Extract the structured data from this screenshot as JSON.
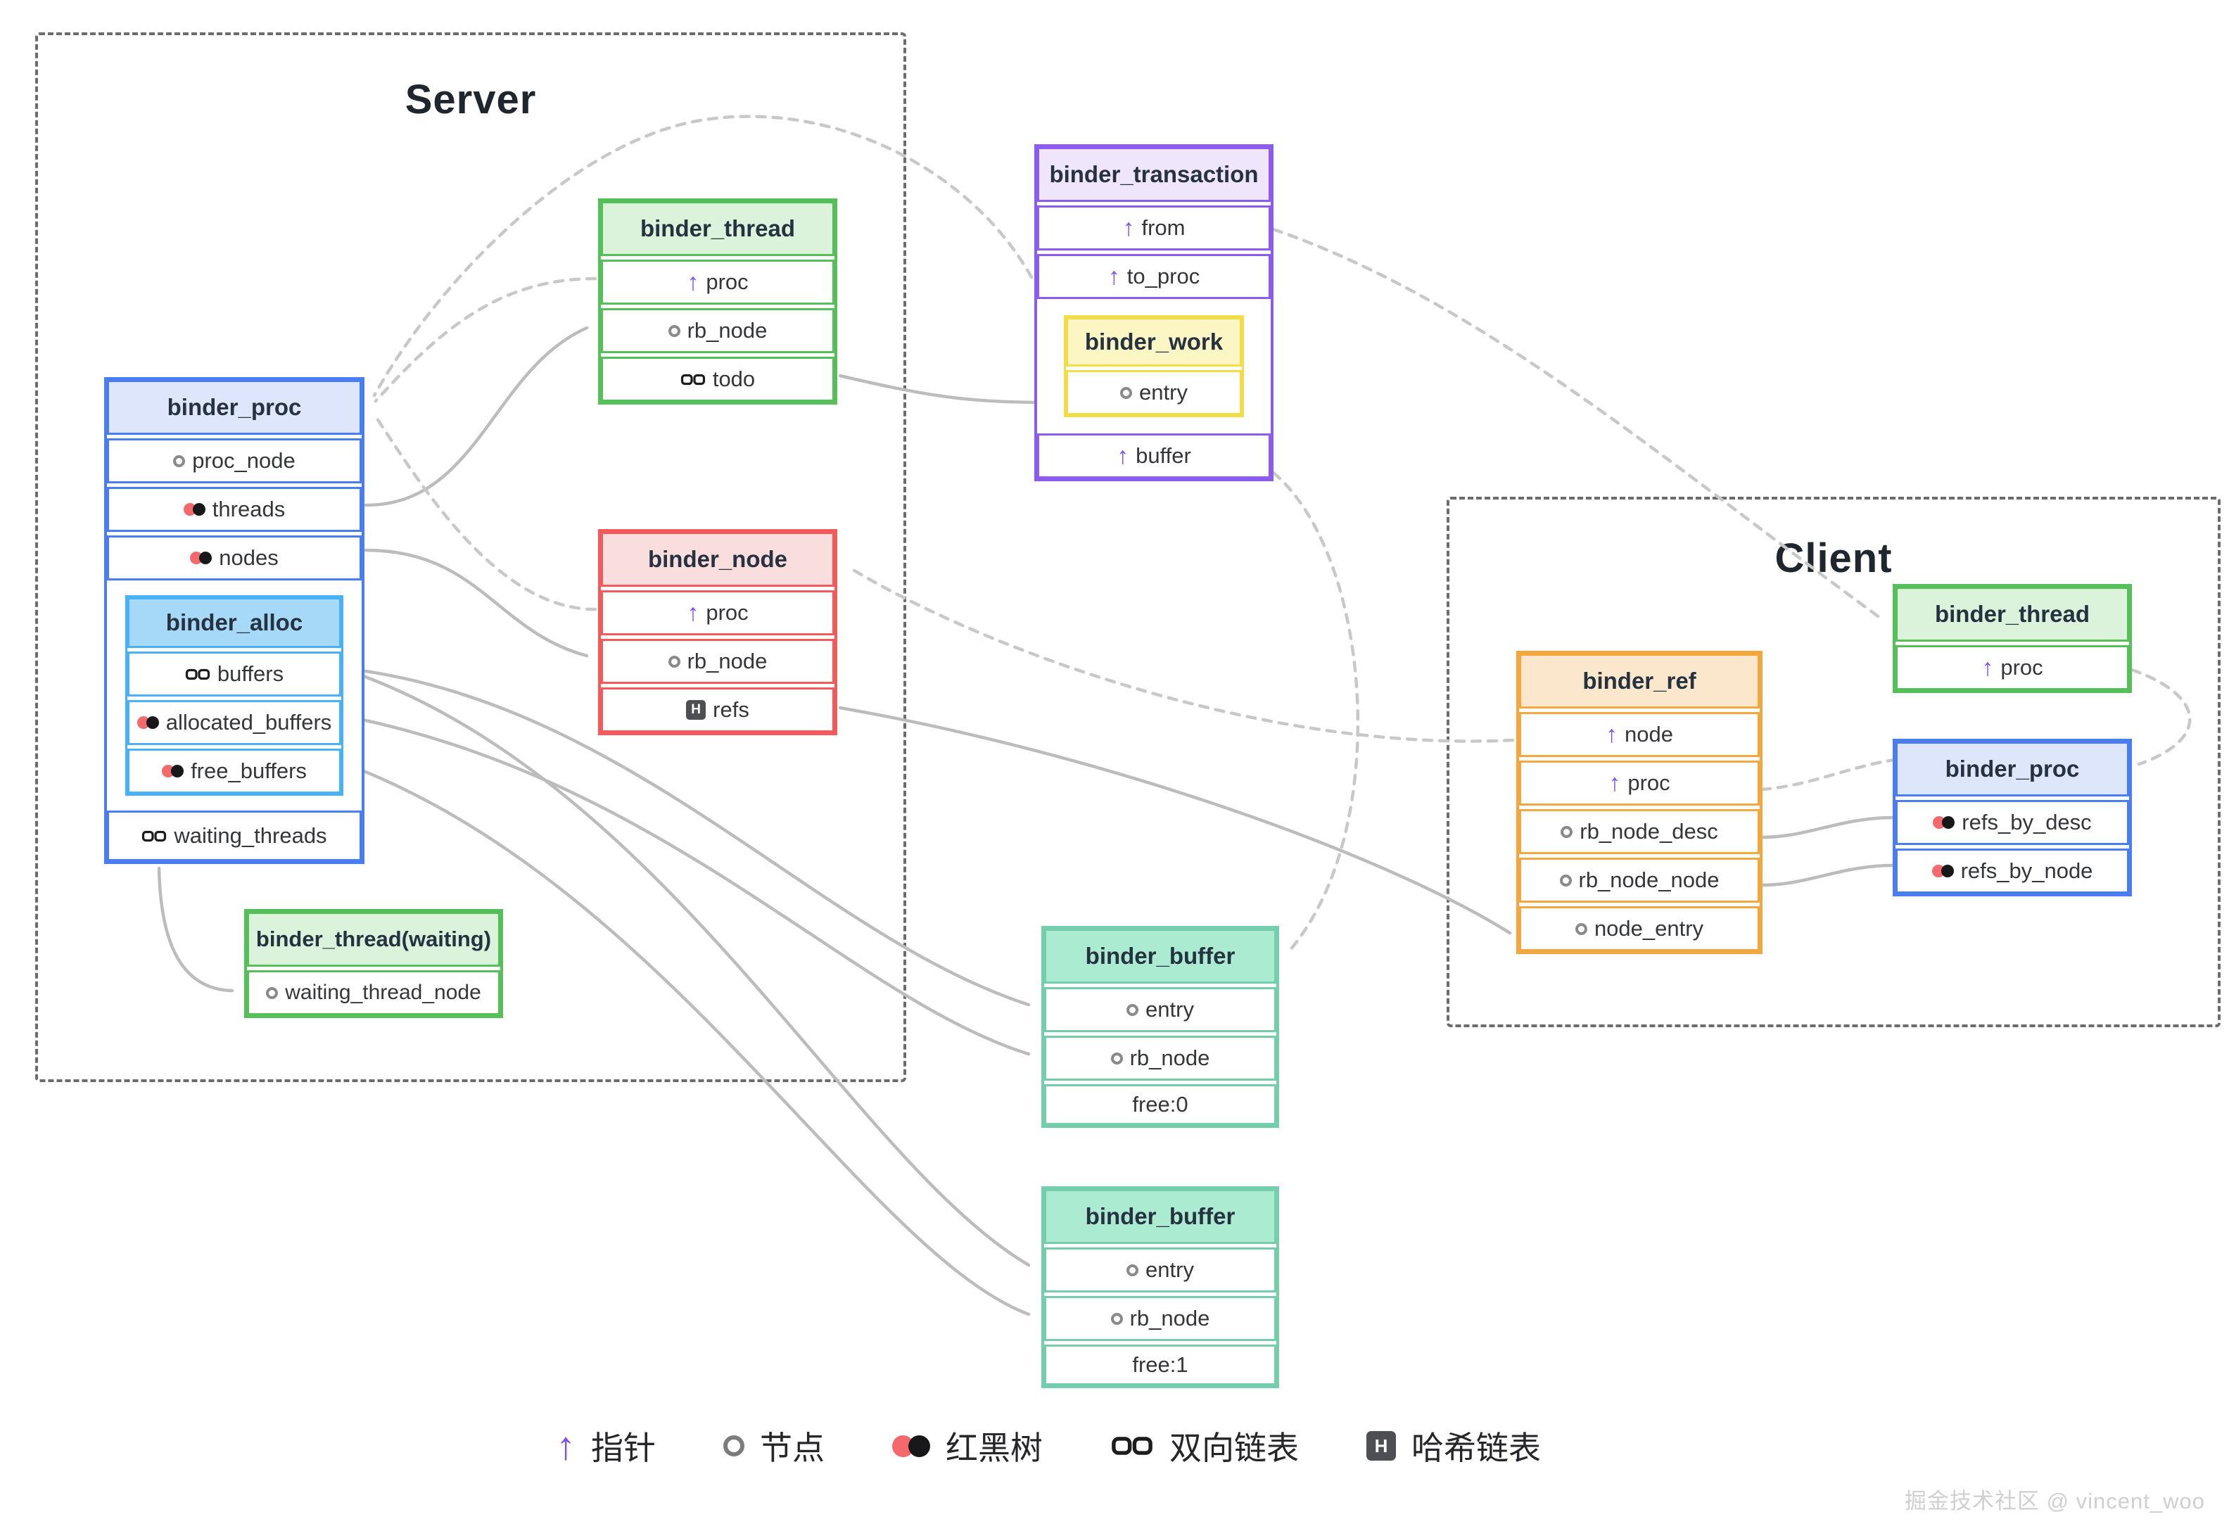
{
  "sections": {
    "server": {
      "title": "Server"
    },
    "client": {
      "title": "Client"
    }
  },
  "icons": {
    "pointer": "↑",
    "hash": "H",
    "names": [
      "pointer-icon",
      "node-icon",
      "red-black-tree-icon",
      "doubly-linked-list-icon",
      "hash-list-icon"
    ]
  },
  "colors": {
    "blue_border": "#4a7df2",
    "blue_fill": "#dde6fb",
    "sky_border": "#49b1f5",
    "sky_fill": "#a6d9f8",
    "green_border": "#55bf59",
    "green_fill": "#dcf3db",
    "red_border": "#f15b5b",
    "red_fill": "#fadddd",
    "purple_border": "#8c5bf0",
    "purple_fill": "#efe6fc",
    "yellow_border": "#f2dd49",
    "yellow_fill": "#fbf6c3",
    "teal_border": "#74ceac",
    "teal_fill": "#abebd2",
    "orange_border": "#f4a63f",
    "orange_fill": "#fbe7cb",
    "wire_solid": "#bcbcbc",
    "wire_dashed": "#c8c8c8"
  },
  "boxes": {
    "server_proc": {
      "title": "binder_proc",
      "rows": [
        {
          "icon": "node",
          "label": "proc_node"
        },
        {
          "icon": "rbtree",
          "label": "threads"
        },
        {
          "icon": "rbtree",
          "label": "nodes"
        }
      ],
      "alloc": {
        "title": "binder_alloc",
        "rows": [
          {
            "icon": "dlist",
            "label": "buffers"
          },
          {
            "icon": "rbtree",
            "label": "allocated_buffers"
          },
          {
            "icon": "rbtree",
            "label": "free_buffers"
          }
        ]
      },
      "tail": {
        "icon": "dlist",
        "label": "waiting_threads"
      }
    },
    "server_thread": {
      "title": "binder_thread",
      "rows": [
        {
          "icon": "pointer",
          "label": "proc"
        },
        {
          "icon": "node",
          "label": "rb_node"
        },
        {
          "icon": "dlist",
          "label": "todo"
        }
      ]
    },
    "server_node": {
      "title": "binder_node",
      "rows": [
        {
          "icon": "pointer",
          "label": "proc"
        },
        {
          "icon": "node",
          "label": "rb_node"
        },
        {
          "icon": "hash",
          "label": "refs"
        }
      ]
    },
    "transaction": {
      "title": "binder_transaction",
      "rows": [
        {
          "icon": "pointer",
          "label": "from"
        },
        {
          "icon": "pointer",
          "label": "to_proc"
        }
      ],
      "work": {
        "title": "binder_work",
        "rows": [
          {
            "icon": "node",
            "label": "entry"
          }
        ]
      },
      "tail": {
        "icon": "pointer",
        "label": "buffer"
      }
    },
    "waiting_thread": {
      "title": "binder_thread(waiting)",
      "rows": [
        {
          "icon": "node",
          "label": "waiting_thread_node"
        }
      ]
    },
    "buffer1": {
      "title": "binder_buffer",
      "rows": [
        {
          "icon": "node",
          "label": "entry"
        },
        {
          "icon": "node",
          "label": "rb_node"
        },
        {
          "icon": "none",
          "label": "free:0"
        }
      ]
    },
    "buffer2": {
      "title": "binder_buffer",
      "rows": [
        {
          "icon": "node",
          "label": "entry"
        },
        {
          "icon": "node",
          "label": "rb_node"
        },
        {
          "icon": "none",
          "label": "free:1"
        }
      ]
    },
    "ref": {
      "title": "binder_ref",
      "rows": [
        {
          "icon": "pointer",
          "label": "node"
        },
        {
          "icon": "pointer",
          "label": "proc"
        },
        {
          "icon": "node",
          "label": "rb_node_desc"
        },
        {
          "icon": "node",
          "label": "rb_node_node"
        },
        {
          "icon": "node",
          "label": "node_entry"
        }
      ]
    },
    "client_thread": {
      "title": "binder_thread",
      "rows": [
        {
          "icon": "pointer",
          "label": "proc"
        }
      ]
    },
    "client_proc": {
      "title": "binder_proc",
      "rows": [
        {
          "icon": "rbtree",
          "label": "refs_by_desc"
        },
        {
          "icon": "rbtree",
          "label": "refs_by_node"
        }
      ]
    }
  },
  "legend": {
    "items": [
      {
        "icon": "pointer",
        "label": "指针"
      },
      {
        "icon": "node",
        "label": "节点"
      },
      {
        "icon": "rbtree",
        "label": "红黑树"
      },
      {
        "icon": "dlist",
        "label": "双向链表"
      },
      {
        "icon": "hash",
        "label": "哈希链表"
      }
    ]
  },
  "watermark": "掘金技术社区 @ vincent_woo"
}
